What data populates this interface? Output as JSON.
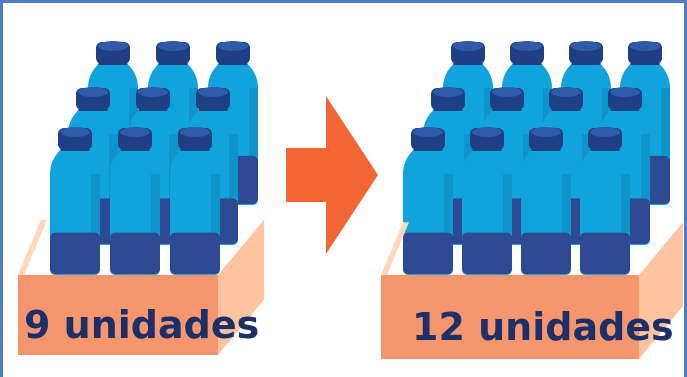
{
  "packs": [
    {
      "label": "9 unidades",
      "bottle_count": 9,
      "rows": [
        3,
        3,
        3
      ]
    },
    {
      "label": "12 unidades",
      "bottle_count": 12,
      "rows": [
        4,
        4,
        4
      ]
    }
  ],
  "arrow": {
    "icon": "right-arrow-icon"
  },
  "colors": {
    "bottle_body": "#10a3dc",
    "bottle_body_dark": "#0b82b6",
    "bottle_shoulder": "#0f93cf",
    "bottle_bottom": "#2d4a92",
    "bottle_cap": "#1f3f84",
    "bottle_cap_top": "#2f5aa8",
    "box_front": "#f6966f",
    "box_side": "#ffc49f",
    "box_rim": "#ffd7bb",
    "label_text": "#1c2f66",
    "arrow": "#f26534",
    "frame": "#4f7cc4"
  }
}
